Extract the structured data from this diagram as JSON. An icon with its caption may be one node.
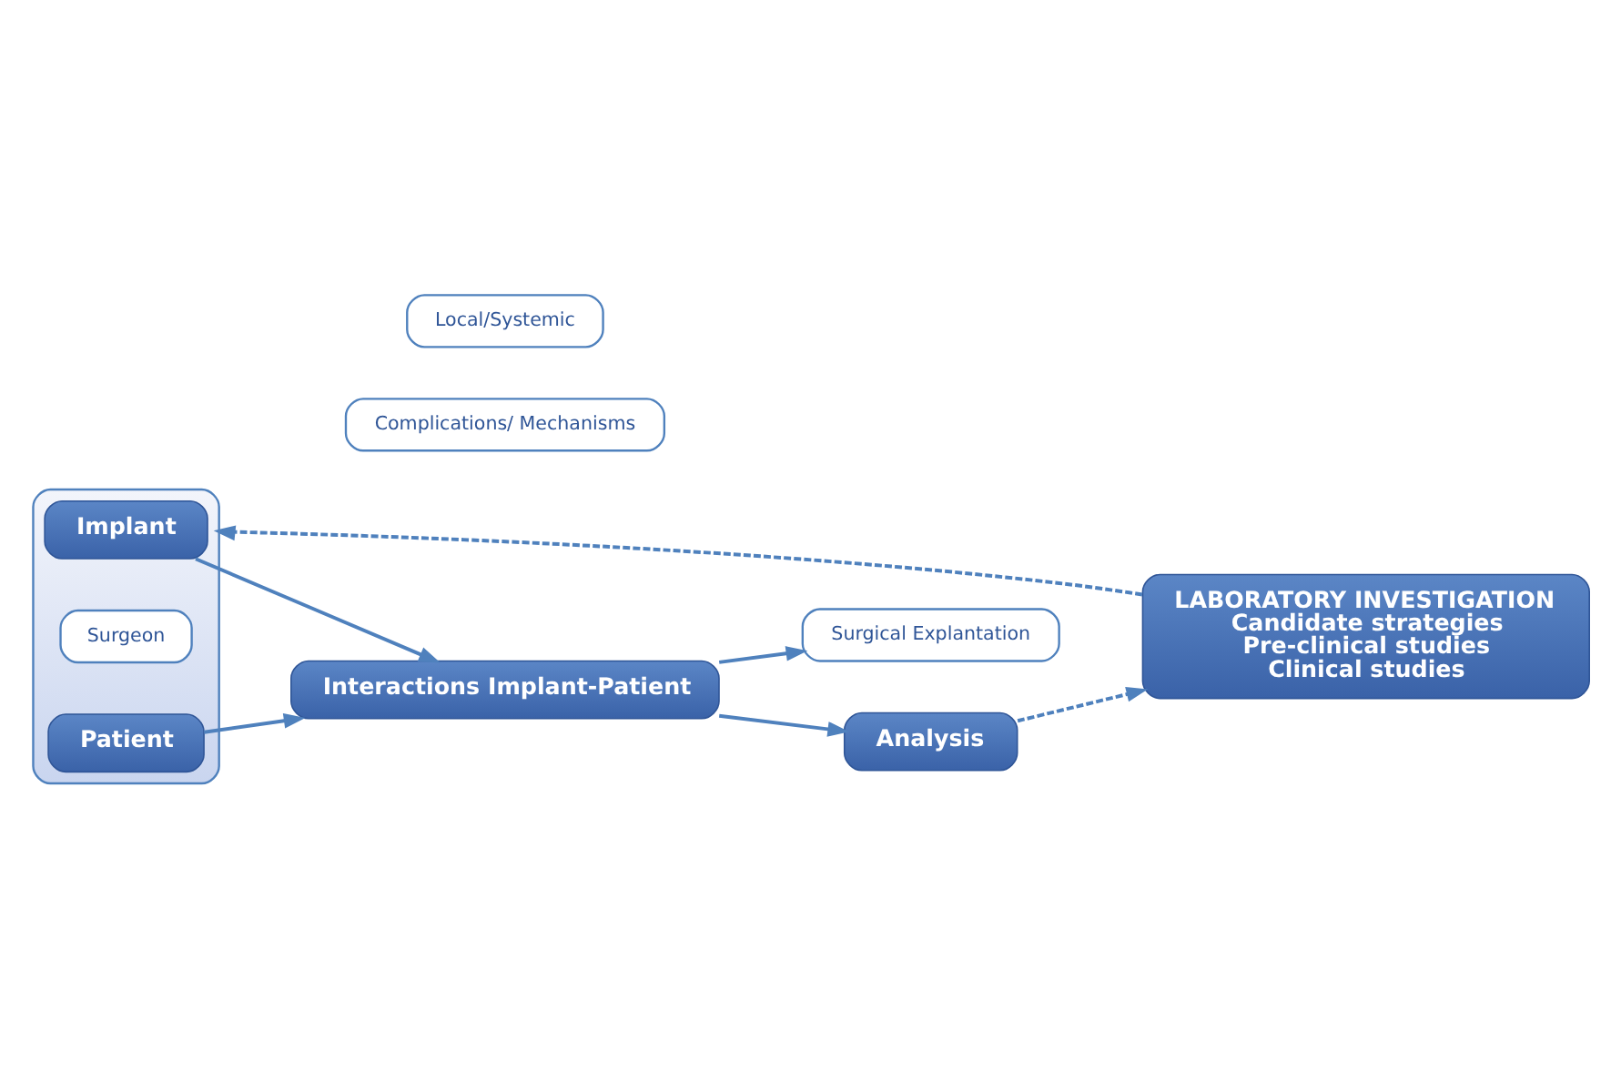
{
  "diagram": {
    "nodes": [
      {
        "text": [
          "LABORATORY INVESTIGATION",
          "Candidate strategies",
          "Pre-clinical studies",
          "Clinical studies"
        ]
      },
      {
        "text": [],
        "shape": "ellipse"
      },
      {
        "text": [
          "Implant"
        ],
        "in": 1
      },
      {
        "text": [
          "Surgeon"
        ],
        "in": 1
      },
      {
        "text": [
          "Patient"
        ],
        "in": 1
      },
      {
        "text": [
          "Complications/ Mechanisms"
        ]
      },
      {
        "text": [
          "Interactions Implant-Patient"
        ]
      },
      {
        "text": [
          "Local/Systemic"
        ]
      },
      {
        "text": [
          "Surgical Explantation"
        ]
      },
      {
        "text": [
          "Analysis"
        ]
      }
    ],
    "edges": [
      {
        "from": 0,
        "to": 1,
        "arrow": "to",
        "style": "dashed"
      },
      {
        "from": 2,
        "to": 6,
        "arrow": "to"
      },
      {
        "from": 4,
        "to": 6,
        "arrow": "to"
      },
      {
        "from": 6,
        "to": 8,
        "arrow": "to"
      },
      {
        "from": 6,
        "to": 9,
        "arrow": "to"
      },
      {
        "from": 9,
        "to": 0,
        "arrow": "to",
        "style": "dashed"
      }
    ]
  }
}
